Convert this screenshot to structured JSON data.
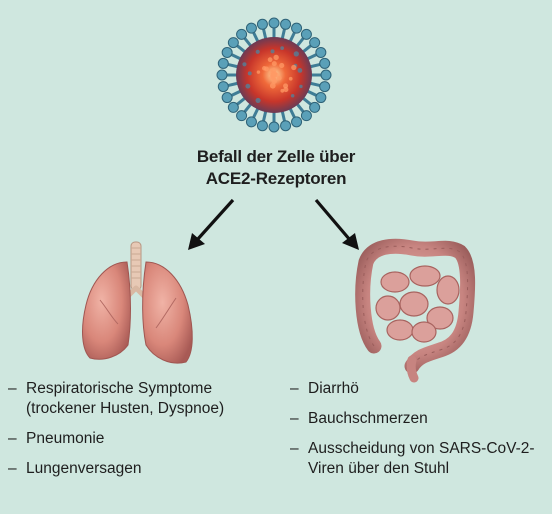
{
  "center": {
    "title_line1": "Befall der Zelle über",
    "title_line2": "ACE2-Rezeptoren"
  },
  "left": {
    "items": [
      [
        "Respiratorische Symptome",
        "(trockener Husten, Dyspnoe)"
      ],
      [
        "Pneumonie"
      ],
      [
        "Lungenversagen"
      ]
    ]
  },
  "right": {
    "items": [
      [
        "Diarrhö"
      ],
      [
        "Bauchschmerzen"
      ],
      [
        "Ausscheidung von SARS-CoV-2-",
        "Viren über den Stuhl"
      ]
    ]
  },
  "bullet": "–",
  "colors": {
    "background": "#cfe7df",
    "virus_core": "#e0402a",
    "virus_spike": "#3f7d96",
    "lungs": "#d98a7e",
    "intestine": "#c98a86",
    "arrow": "#111111"
  }
}
